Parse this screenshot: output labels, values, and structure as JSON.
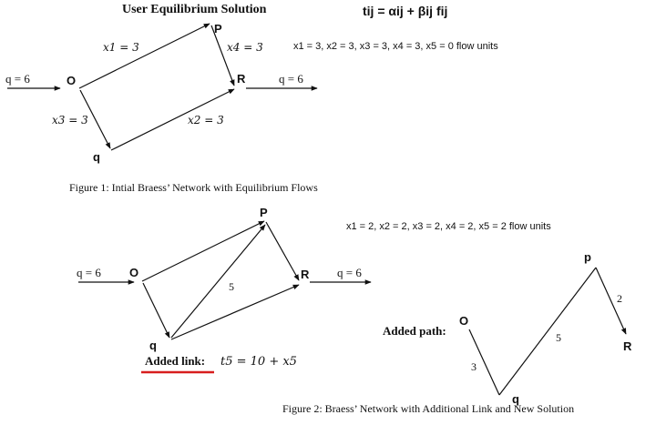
{
  "fig1": {
    "title": "User Equilibrium Solution",
    "formula": "tij = αij + βij fij",
    "flows": "x1 = 3, x2 = 3, x3 = 3, x4 = 3,    x5 = 0 flow units",
    "node_o": "O",
    "node_p": "P",
    "node_r": "R",
    "node_q": "q",
    "demand_in": "q = 6",
    "demand_out": "q = 6",
    "edge_x1": "x1 = 3",
    "edge_x4": "x4 = 3",
    "edge_x3": "x3 = 3",
    "edge_x2": "x2 = 3",
    "caption": "Figure 1: Intial Braess’ Network with Equilibrium Flows"
  },
  "fig2": {
    "flows": "x1 = 2, x2 = 2, x3 = 2, x4 = 2, x5 = 2 flow units",
    "node_o": "O",
    "node_p": "P",
    "node_r": "R",
    "node_q": "q",
    "demand_in": "q = 6",
    "demand_out": "q = 6",
    "diag_label": "5",
    "added_link_label": "Added link:",
    "added_link_formula": "t5 = 10 + x5",
    "added_path_label": "Added path:",
    "path_node_o": "O",
    "path_node_p": "p",
    "path_node_r": "R",
    "path_node_q": "q",
    "path_cost_oq": "3",
    "path_cost_qp": "5",
    "path_cost_pr": "2",
    "caption": "Figure 2: Braess’ Network with Additional Link and New Solution"
  },
  "colors": {
    "underline": "#d81e1e",
    "ink": "#111111"
  }
}
